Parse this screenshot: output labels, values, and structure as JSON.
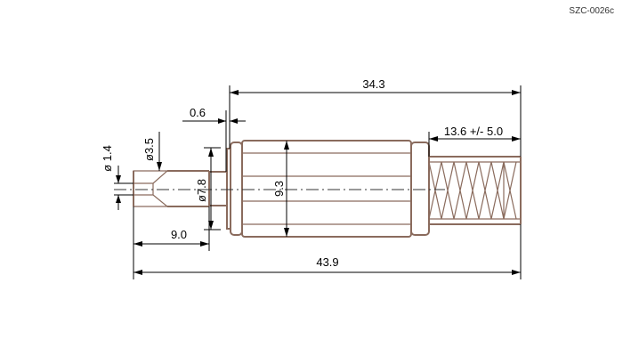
{
  "drawing_code": "SZC-0026c",
  "colors": {
    "outline": "#8a6b5d",
    "dimension": "#000000"
  },
  "dimensions": {
    "overall_length": "43.9",
    "body_length": "34.3",
    "cable_strain_relief": "13.6 +/- 5.0",
    "step_gap": "0.6",
    "plug_length": "9.0",
    "outer_diameter": "9.3",
    "sleeve_diameter": "ø7.8",
    "bore_diameter": "ø3.5",
    "pin_diameter": "ø 1.4"
  }
}
